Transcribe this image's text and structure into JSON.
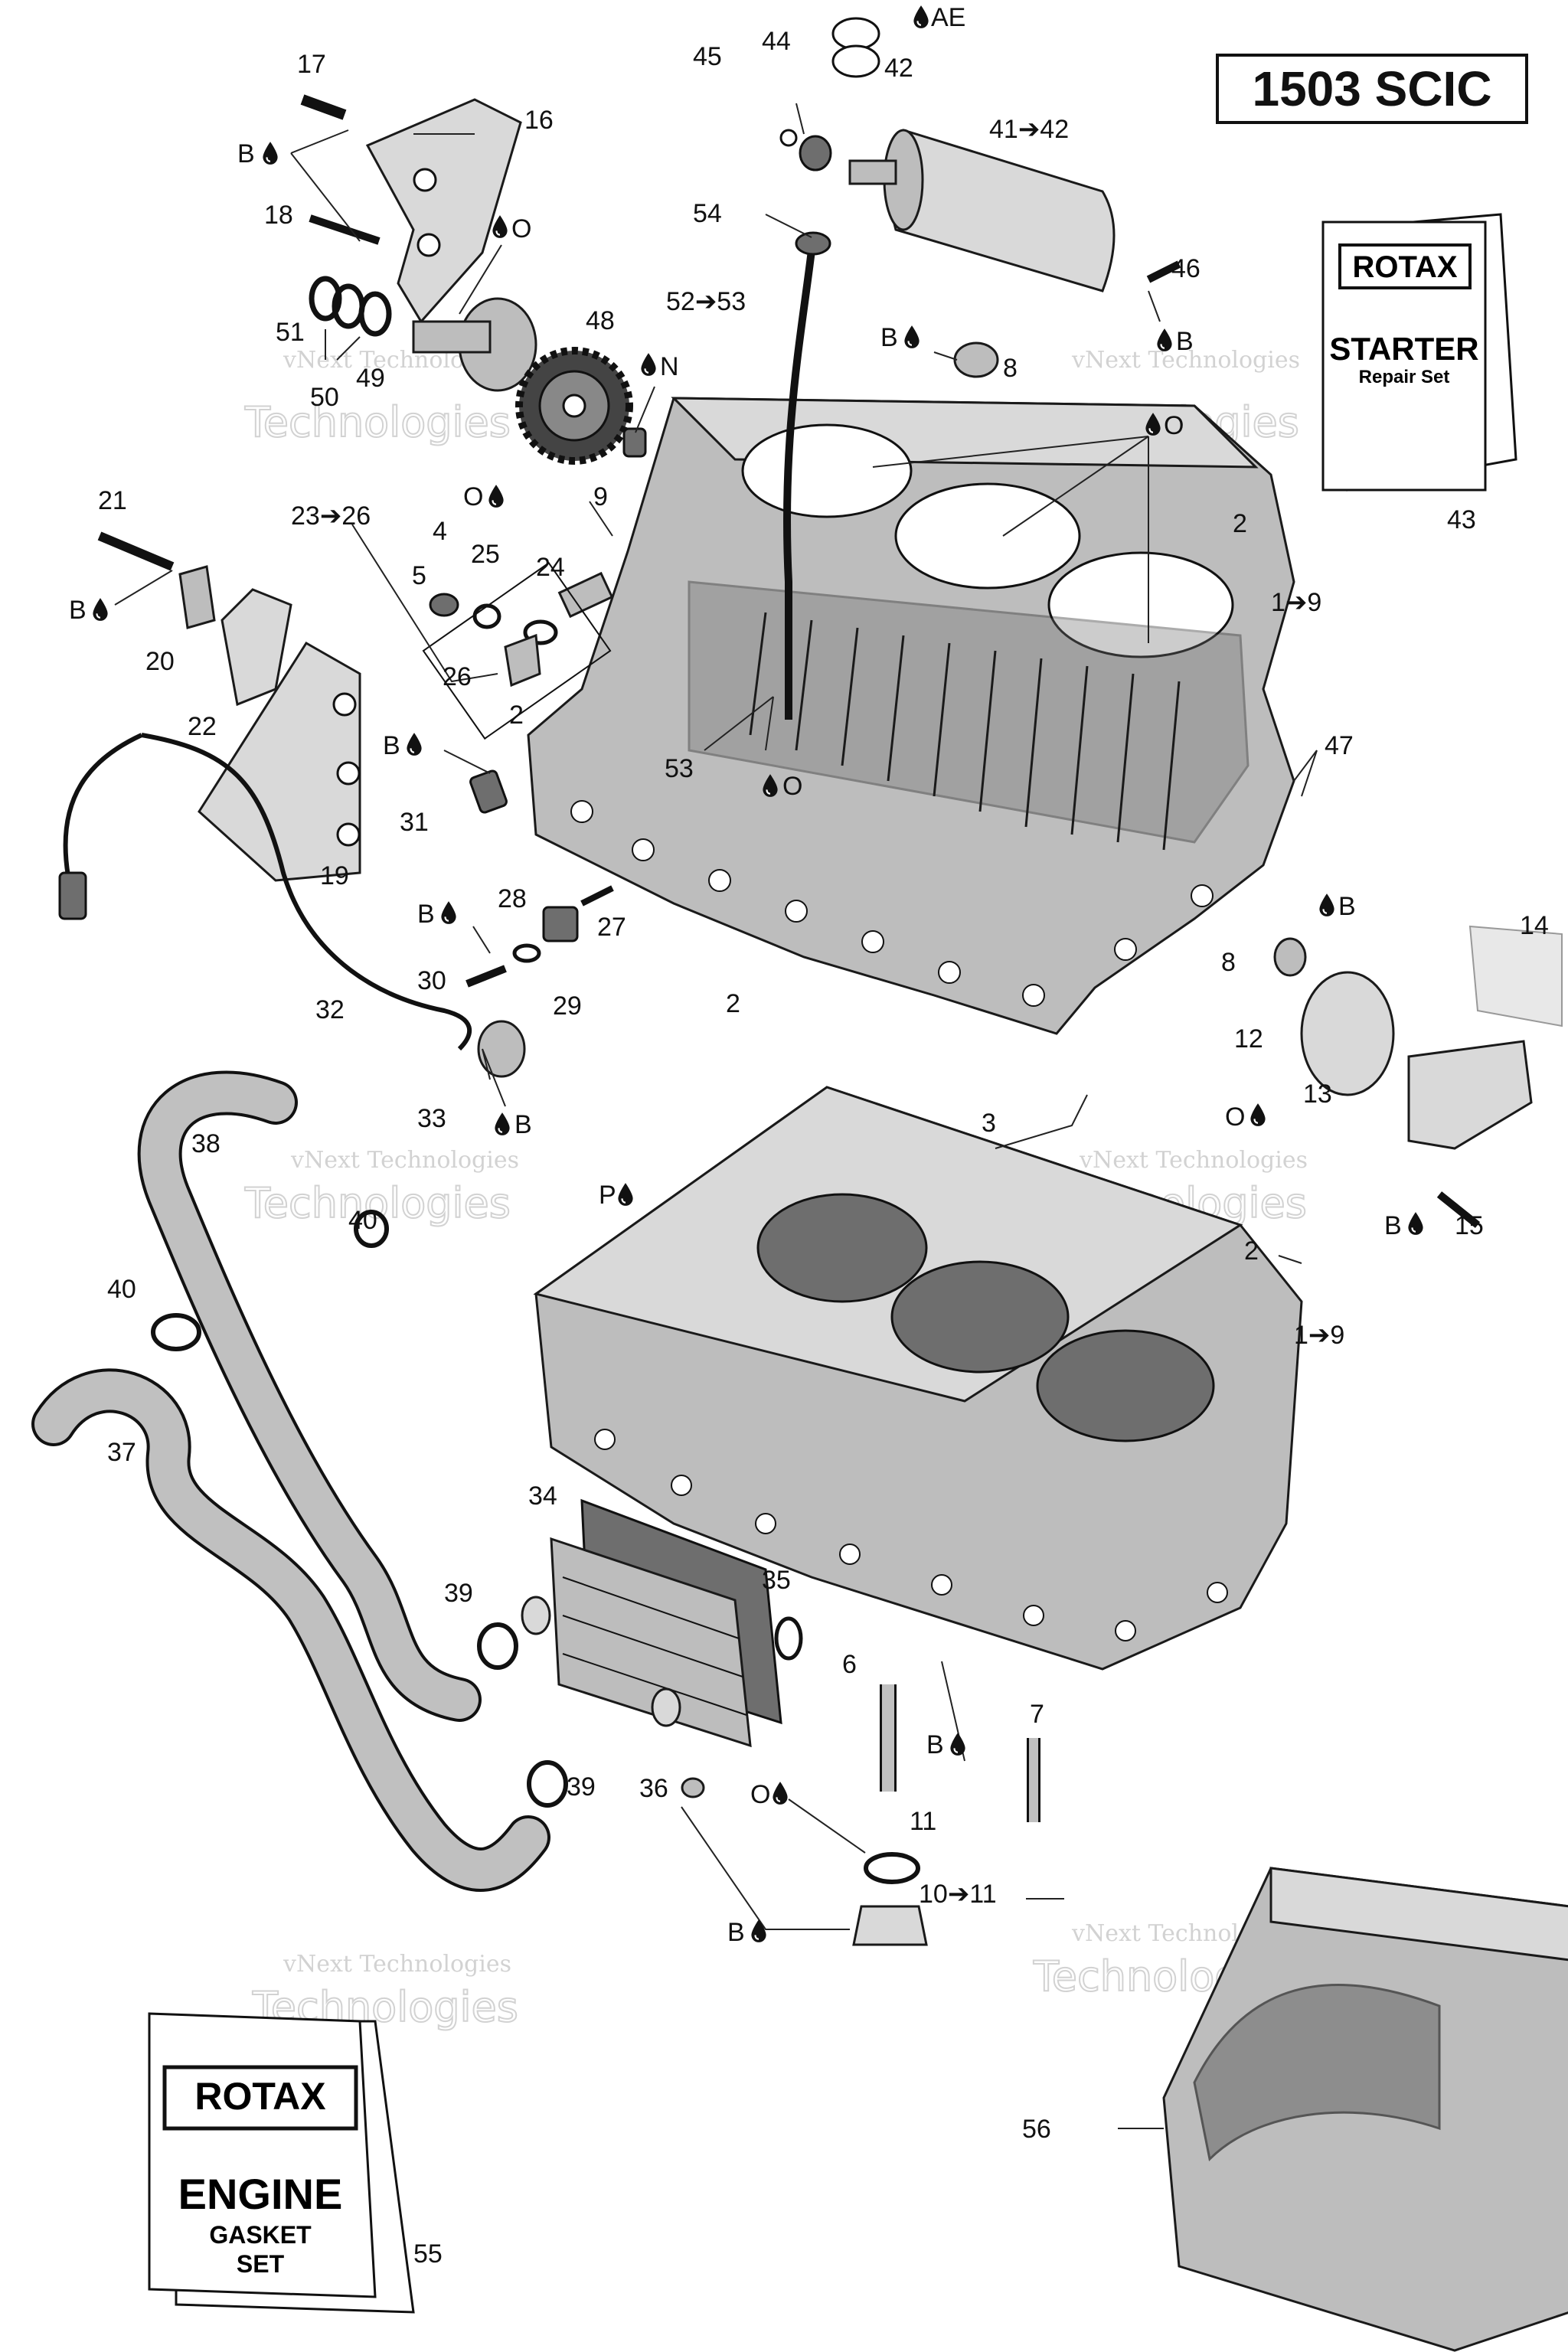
{
  "model_label": "1503 SCIC",
  "watermark": {
    "small": "vNext Technologies",
    "large": "Technologies"
  },
  "manuals": {
    "starter": {
      "brand": "ROTAX",
      "title": "STARTER",
      "subtitle": "Repair Set",
      "ref": "43"
    },
    "gasket": {
      "brand": "ROTAX",
      "title": "ENGINE",
      "line2": "GASKET",
      "line3": "SET",
      "ref": "55"
    }
  },
  "callouts": [
    {
      "id": "c17",
      "text": "17"
    },
    {
      "id": "c16",
      "text": "16"
    },
    {
      "id": "c18",
      "text": "18"
    },
    {
      "id": "c51",
      "text": "51"
    },
    {
      "id": "c50",
      "text": "50"
    },
    {
      "id": "c49",
      "text": "49"
    },
    {
      "id": "c48",
      "text": "48"
    },
    {
      "id": "c45",
      "text": "45"
    },
    {
      "id": "c44",
      "text": "44"
    },
    {
      "id": "c42",
      "text": "42"
    },
    {
      "id": "c41",
      "text": "41➔42"
    },
    {
      "id": "c54",
      "text": "54"
    },
    {
      "id": "c52",
      "text": "52➔53"
    },
    {
      "id": "c46",
      "text": "46"
    },
    {
      "id": "c8a",
      "text": "8"
    },
    {
      "id": "c9",
      "text": "9"
    },
    {
      "id": "c21",
      "text": "21"
    },
    {
      "id": "c23",
      "text": "23➔26"
    },
    {
      "id": "c4",
      "text": "4"
    },
    {
      "id": "c5",
      "text": "5"
    },
    {
      "id": "c25",
      "text": "25"
    },
    {
      "id": "c24",
      "text": "24"
    },
    {
      "id": "c26",
      "text": "26"
    },
    {
      "id": "c2a",
      "text": "2"
    },
    {
      "id": "c2b",
      "text": "2"
    },
    {
      "id": "c19_9",
      "text": "1➔9"
    },
    {
      "id": "c20",
      "text": "20"
    },
    {
      "id": "c22",
      "text": "22"
    },
    {
      "id": "c53",
      "text": "53"
    },
    {
      "id": "c47",
      "text": "47"
    },
    {
      "id": "c31",
      "text": "31"
    },
    {
      "id": "c19",
      "text": "19"
    },
    {
      "id": "c28",
      "text": "28"
    },
    {
      "id": "c27",
      "text": "27"
    },
    {
      "id": "c30",
      "text": "30"
    },
    {
      "id": "c29",
      "text": "29"
    },
    {
      "id": "c32",
      "text": "32"
    },
    {
      "id": "c2c",
      "text": "2"
    },
    {
      "id": "c8b",
      "text": "8"
    },
    {
      "id": "c14",
      "text": "14"
    },
    {
      "id": "c12",
      "text": "12"
    },
    {
      "id": "c13",
      "text": "13"
    },
    {
      "id": "c33",
      "text": "33"
    },
    {
      "id": "c3",
      "text": "3"
    },
    {
      "id": "c38",
      "text": "38"
    },
    {
      "id": "c40a",
      "text": "40"
    },
    {
      "id": "c15",
      "text": "15"
    },
    {
      "id": "c2d",
      "text": "2"
    },
    {
      "id": "c40b",
      "text": "40"
    },
    {
      "id": "c1_9b",
      "text": "1➔9"
    },
    {
      "id": "c37",
      "text": "37"
    },
    {
      "id": "c34",
      "text": "34"
    },
    {
      "id": "c39a",
      "text": "39"
    },
    {
      "id": "c35",
      "text": "35"
    },
    {
      "id": "c6",
      "text": "6"
    },
    {
      "id": "c7",
      "text": "7"
    },
    {
      "id": "c39b",
      "text": "39"
    },
    {
      "id": "c36",
      "text": "36"
    },
    {
      "id": "c11",
      "text": "11"
    },
    {
      "id": "c10",
      "text": "10➔11"
    },
    {
      "id": "c56",
      "text": "56"
    }
  ],
  "lubricant_tags": [
    {
      "id": "tAE",
      "text": "AE"
    },
    {
      "id": "tB1",
      "text": "B"
    },
    {
      "id": "tO1",
      "text": "O"
    },
    {
      "id": "tN",
      "text": "N"
    },
    {
      "id": "tB2",
      "text": "B"
    },
    {
      "id": "tB3",
      "text": "B"
    },
    {
      "id": "tO2",
      "text": "O"
    },
    {
      "id": "tO3",
      "text": "O"
    },
    {
      "id": "tB4",
      "text": "B"
    },
    {
      "id": "tB5",
      "text": "B"
    },
    {
      "id": "tO4",
      "text": "O"
    },
    {
      "id": "tB6",
      "text": "B"
    },
    {
      "id": "tB7",
      "text": "B"
    },
    {
      "id": "tO5",
      "text": "O"
    },
    {
      "id": "tB8",
      "text": "B"
    },
    {
      "id": "tP",
      "text": "P"
    },
    {
      "id": "tB9",
      "text": "B"
    },
    {
      "id": "tB10",
      "text": "B"
    },
    {
      "id": "tO6",
      "text": "O"
    },
    {
      "id": "tB11",
      "text": "B"
    },
    {
      "id": "tB12",
      "text": "B"
    }
  ]
}
